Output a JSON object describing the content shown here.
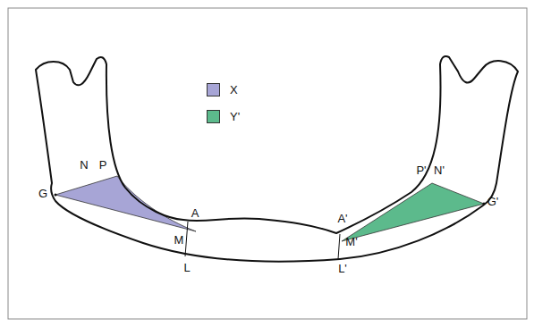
{
  "diagram": {
    "labels": [
      "N",
      "P",
      "G",
      "A",
      "M",
      "L",
      "A'",
      "M'",
      "L'",
      "P'",
      "N'",
      "G'"
    ],
    "legend": [
      {
        "text": "X",
        "color": "#a7a5d6"
      },
      {
        "text": "Y'",
        "color": "#5cba8c"
      }
    ]
  }
}
